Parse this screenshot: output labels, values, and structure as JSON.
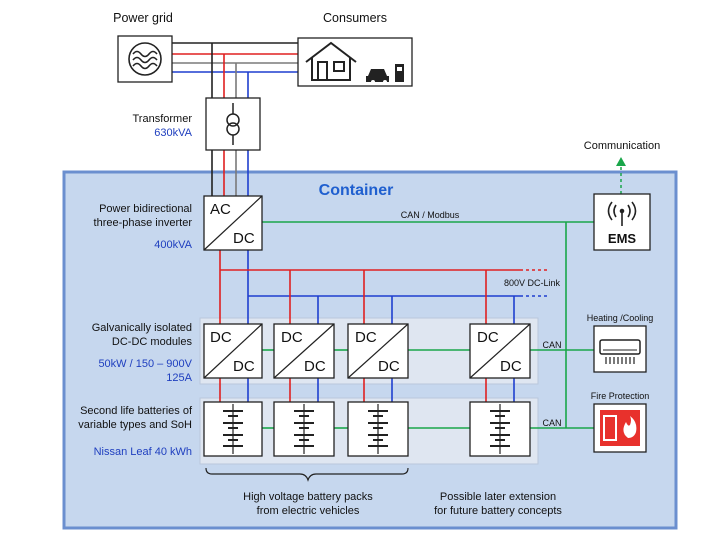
{
  "top": {
    "power_grid": "Power grid",
    "consumers": "Consumers",
    "transformer": "Transformer",
    "transformer_rating": "630kVA"
  },
  "container": {
    "title": "Container",
    "inverter_line1": "Power bidirectional",
    "inverter_line2": "three-phase inverter",
    "inverter_rating": "400kVA",
    "inverter_ac": "AC",
    "inverter_dc": "DC",
    "can_modbus": "CAN / Modbus",
    "dc_link": "800V DC-Link",
    "dcdc_line1": "Galvanically isolated",
    "dcdc_line2": "DC-DC modules",
    "dcdc_spec1": "50kW / 150 – 900V",
    "dcdc_spec2": "125A",
    "dc_label": "DC",
    "batt_line1": "Second life batteries of",
    "batt_line2": "variable types and SoH",
    "batt_spec": "Nissan Leaf 40 kWh",
    "can1": "CAN",
    "can2": "CAN",
    "pack_line1": "High voltage battery packs",
    "pack_line2": "from electric vehicles",
    "ext_line1": "Possible later extension",
    "ext_line2": "for future battery concepts"
  },
  "right": {
    "communication": "Communication",
    "ems": "EMS",
    "heating": "Heating /Cooling",
    "fire": "Fire Protection"
  },
  "colors": {
    "container_fill": "#c6d7ee",
    "container_border": "#6b8fcf",
    "red_line": "#e02020",
    "blue_line": "#1f3fcf",
    "green_line": "#1aa64a",
    "fire_red": "#e8312c"
  }
}
